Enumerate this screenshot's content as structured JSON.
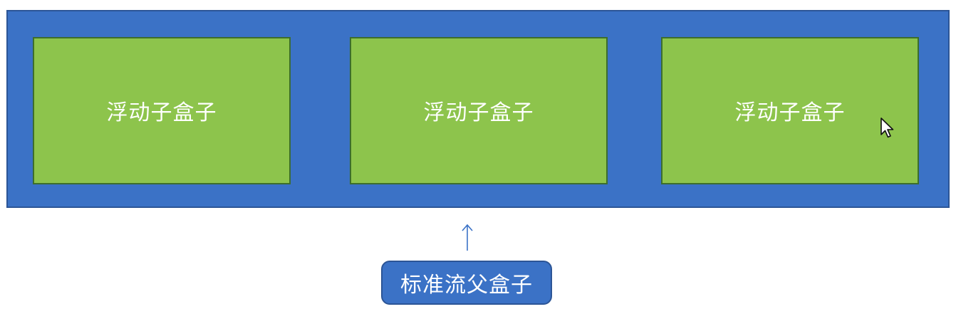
{
  "colors": {
    "parent_fill": "#3b72c6",
    "child_fill": "#8dc44c",
    "caption_fill": "#3b72c6",
    "arrow": "#3b72c6",
    "text": "#ffffff"
  },
  "parent": {
    "children": [
      {
        "label": "浮动子盒子"
      },
      {
        "label": "浮动子盒子"
      },
      {
        "label": "浮动子盒子"
      }
    ]
  },
  "caption": {
    "label": "标准流父盒子"
  },
  "icons": {
    "arrow": "up-arrow-icon",
    "cursor": "mouse-pointer-icon"
  }
}
